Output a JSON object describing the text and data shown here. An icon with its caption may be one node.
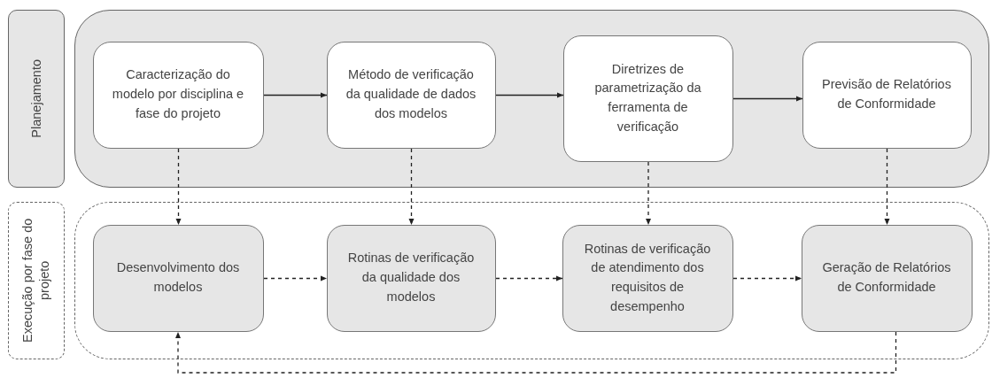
{
  "diagram": {
    "nodes": [
      {
        "text": [
          "Planejamento"
        ]
      },
      {
        "text": [],
        "shape": "box"
      },
      {
        "text": [
          "Caracterização do modelo por disciplina e fase do projeto"
        ],
        "in": 1
      },
      {
        "text": [
          "Método de verificação da qualidade de dados dos modelos"
        ],
        "in": 1
      },
      {
        "text": [
          "Diretrizes de parametrização da ferramenta de verificação"
        ],
        "in": 1
      },
      {
        "text": [
          "Previsão de Relatórios de Conformidade"
        ],
        "in": 1
      },
      {
        "text": [
          "Execução por fase do projeto"
        ]
      },
      {
        "text": [],
        "shape": "box"
      },
      {
        "text": [
          "Desenvolvimento dos modelos"
        ],
        "in": 7
      },
      {
        "text": [
          "Rotinas de verificação da qualidade dos modelos"
        ],
        "in": 7
      },
      {
        "text": [
          "Rotinas de verificação de atendimento dos requisitos de desempenho"
        ],
        "in": 7
      },
      {
        "text": [
          "Geração de Relatórios de Conformidade"
        ],
        "in": 7
      }
    ],
    "edges": [
      {
        "from": 2,
        "to": 3,
        "arrow": "to"
      },
      {
        "from": 3,
        "to": 4,
        "arrow": "to"
      },
      {
        "from": 4,
        "to": 5,
        "arrow": "to"
      },
      {
        "from": 2,
        "to": 8,
        "arrow": "to",
        "style": "dashed"
      },
      {
        "from": 3,
        "to": 9,
        "arrow": "to",
        "style": "dashed"
      },
      {
        "from": 4,
        "to": 10,
        "arrow": "to",
        "style": "dashed"
      },
      {
        "from": 5,
        "to": 11,
        "arrow": "to",
        "style": "dashed"
      },
      {
        "from": 8,
        "to": 9,
        "arrow": "to",
        "style": "dashed"
      },
      {
        "from": 9,
        "to": 10,
        "arrow": "to",
        "style": "dashed"
      },
      {
        "from": 10,
        "to": 11,
        "arrow": "to",
        "style": "dashed"
      },
      {
        "from": 11,
        "to": 8,
        "arrow": "to",
        "style": "dashed"
      }
    ]
  }
}
